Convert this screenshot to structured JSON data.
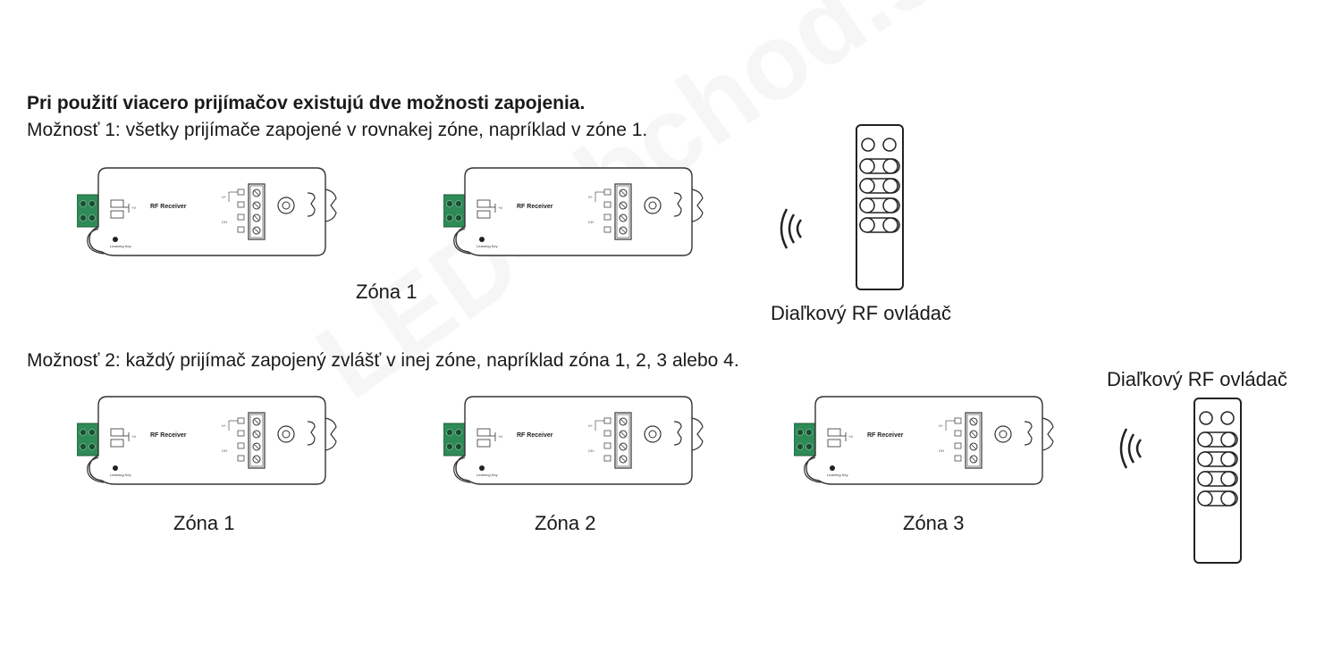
{
  "heading": "Pri použití viacero prijímačov existujú dve možnosti zapojenia.",
  "option1": "Možnosť 1: všetky prijímače zapojené v rovnakej zóne, napríklad v zóne 1.",
  "option2": "Možnosť 2: každý prijímač zapojený zvlášť v inej zóne, napríklad zóna 1, 2, 3 alebo 4.",
  "receiver_label": "RF Receiver",
  "learning_key_label": "Learning Key",
  "option1_zone": "Zóna 1",
  "option2_zones": [
    "Zóna 1",
    "Zóna 2",
    "Zóna 3"
  ],
  "remote_label": "Diaľkový RF ovládač",
  "watermark": "LED-obchod.sk",
  "colors": {
    "terminal_green": "#2e8b57",
    "outline": "#333333"
  }
}
